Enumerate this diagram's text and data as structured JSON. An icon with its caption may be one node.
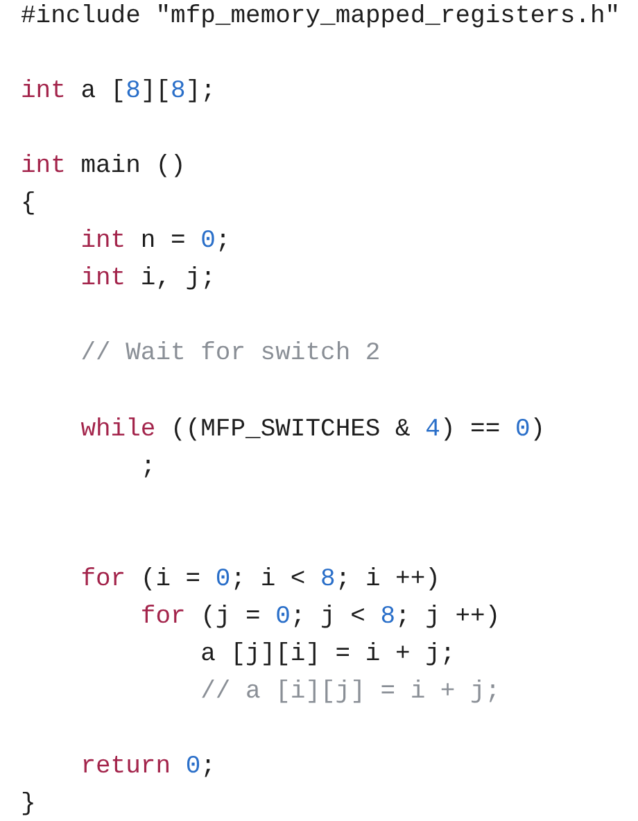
{
  "diagram": {
    "labels": [
      "#include \"mfp_memory_mapped_registers.h\"",
      "int a [8][8];",
      "int main ()",
      "{",
      "int n = 0;",
      "int i, j;",
      "// Wait for switch 2",
      "while ((MFP_SWITCHES & 4) == 0)",
      ";",
      "for (i = 0; i < 8; i ++)",
      "for (j = 0; j < 8; j ++)",
      "a [j][i] = i + j;",
      "// a [i][j] = i + j;",
      "return 0;",
      "}"
    ]
  }
}
